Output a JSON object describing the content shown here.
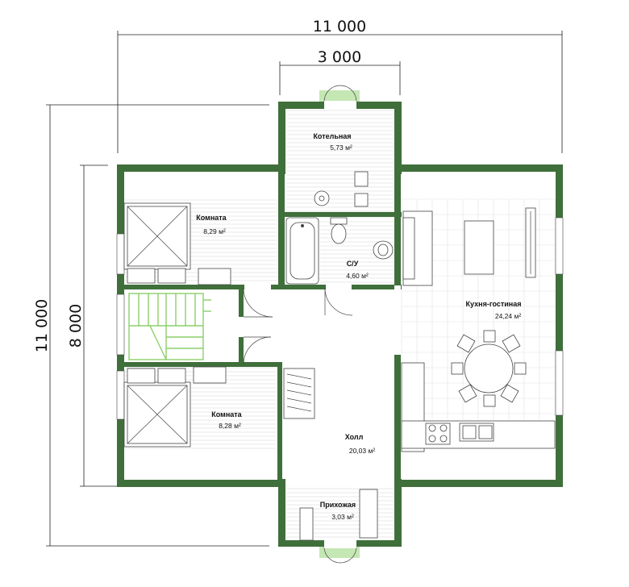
{
  "dimensions": {
    "overall_width": "11 000",
    "entrance_width": "3 000",
    "overall_height": "11 000",
    "main_height": "8 000"
  },
  "rooms": {
    "boiler": {
      "name": "Котельная",
      "area": "5,73 м²"
    },
    "bathroom": {
      "name": "С/У",
      "area": "4,60 м²"
    },
    "room_top": {
      "name": "Комната",
      "area": "8,29 м²"
    },
    "room_bottom": {
      "name": "Комната",
      "area": "8,28 м²"
    },
    "kitchen": {
      "name": "Кухня-гостиная",
      "area": "24,24 м²"
    },
    "hall": {
      "name": "Холл",
      "area": "20,03 м²"
    },
    "entry": {
      "name": "Прихожая",
      "area": "3,03 м²"
    }
  },
  "colors": {
    "wall": "#3f6f3a",
    "stairs": "#8ccf6a",
    "hatch": "#d5d5d5"
  }
}
